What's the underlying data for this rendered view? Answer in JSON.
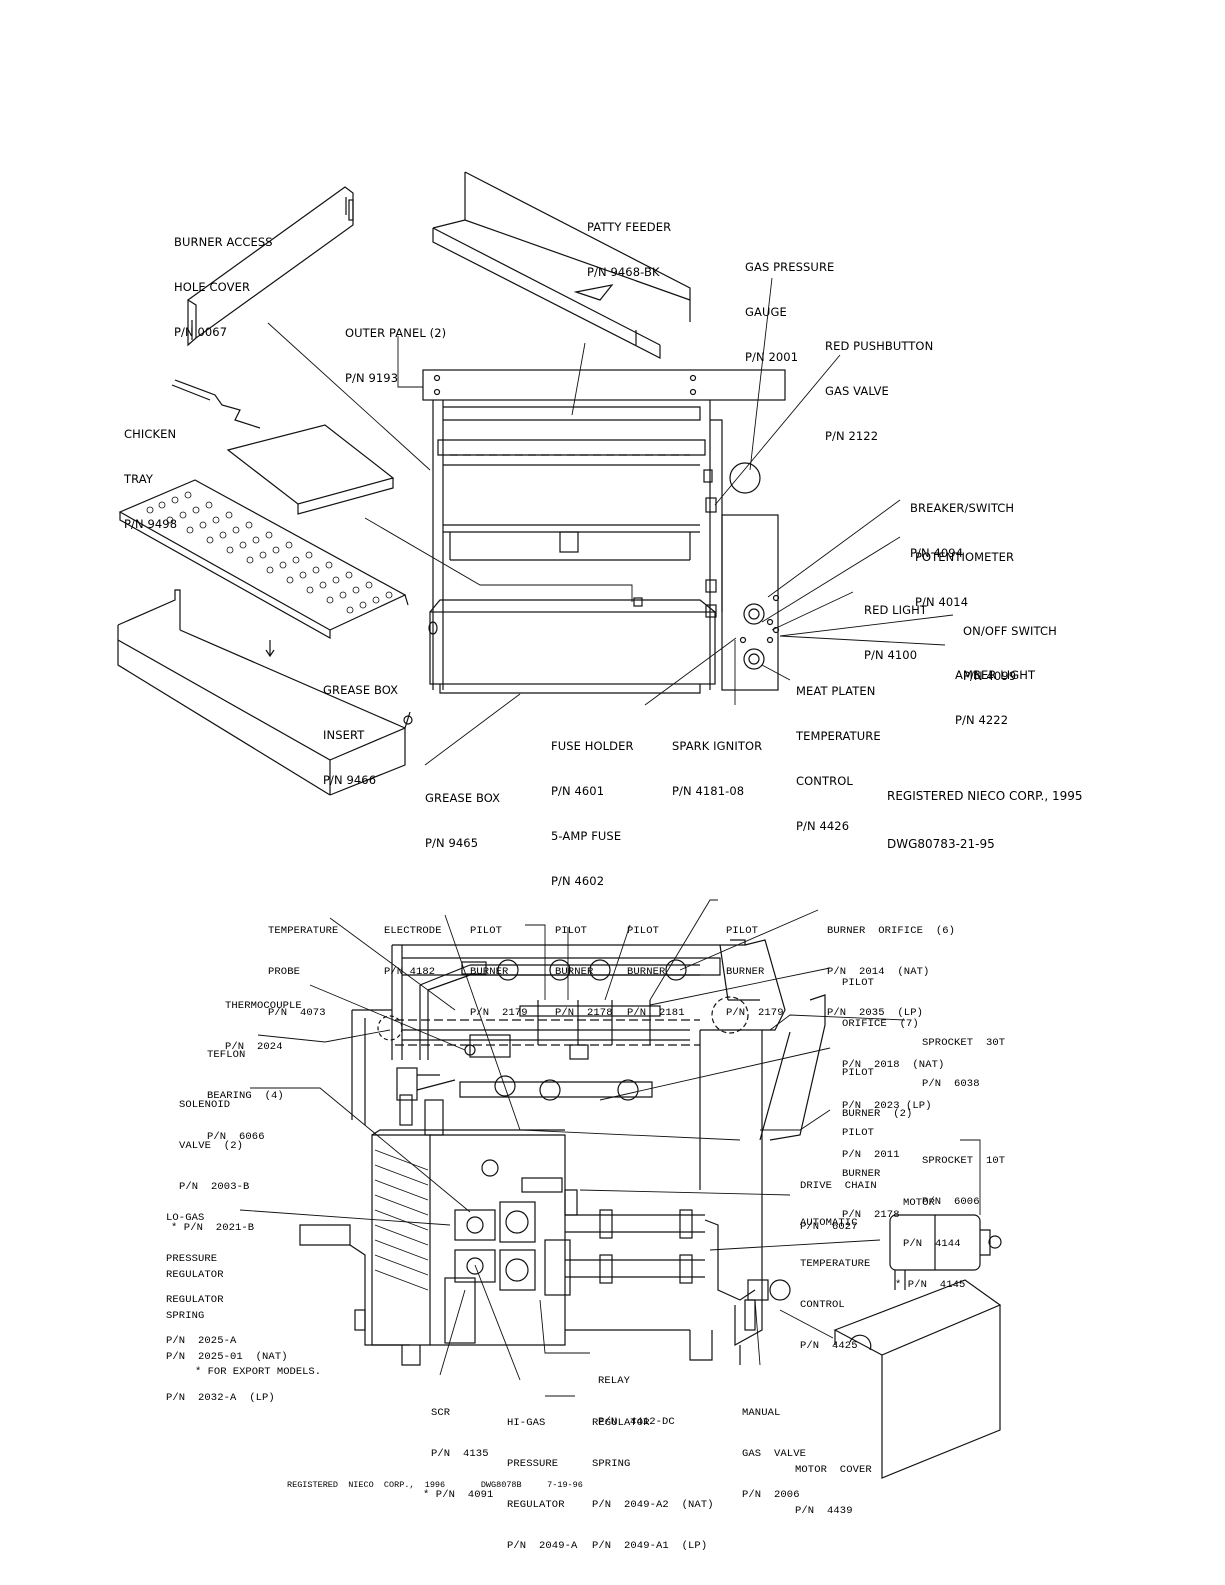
{
  "top_diagram": {
    "labels": {
      "burner_access": [
        "BURNER ACCESS",
        "HOLE COVER",
        "P/N 0067"
      ],
      "patty_feeder": [
        "PATTY FEEDER",
        "P/N 9468-BK"
      ],
      "gas_gauge": [
        "GAS PRESSURE",
        "GAUGE",
        "P/N 2001"
      ],
      "outer_panel": [
        "OUTER PANEL (2)",
        "P/N 9193"
      ],
      "red_pushbutton": [
        "RED PUSHBUTTON",
        "GAS VALVE",
        "P/N 2122"
      ],
      "chicken_tray": [
        "CHICKEN",
        "TRAY",
        "P/N 9498"
      ],
      "breaker": [
        "BREAKER/SWITCH",
        "P/N 4094"
      ],
      "potentiometer": [
        "POTENTIOMETER",
        "P/N 4014"
      ],
      "red_light": [
        "RED LIGHT",
        "P/N 4100"
      ],
      "onoff": [
        "ON/OFF SWITCH",
        "P/N 4099"
      ],
      "amber": [
        "AMBER LIGHT",
        "P/N 4222"
      ],
      "grease_insert": [
        "GREASE BOX",
        "INSERT",
        "P/N 9466"
      ],
      "meat_platen": [
        "MEAT PLATEN",
        "TEMPERATURE",
        "CONTROL",
        "P/N 4426"
      ],
      "fuse_holder": [
        "FUSE HOLDER",
        "P/N 4601",
        "5-AMP FUSE",
        "P/N 4602"
      ],
      "spark_ignitor": [
        "SPARK IGNITOR",
        "P/N 4181-08"
      ],
      "grease_box": [
        "GREASE BOX",
        "P/N 9465"
      ]
    },
    "registered": [
      "REGISTERED NIECO CORP., 1995",
      "DWG80783-21-95"
    ]
  },
  "bottom_diagram": {
    "labels": {
      "temp_probe": [
        "TEMPERATURE",
        "PROBE",
        "P/N  4073"
      ],
      "electrode": [
        "ELECTRODE",
        "P/N 4182"
      ],
      "pilot_2179a": [
        "PILOT",
        "BURNER",
        "P/N  2179"
      ],
      "pilot_2178a": [
        "PILOT",
        "BURNER",
        "P/N  2178"
      ],
      "pilot_2181": [
        "PILOT",
        "BURNER",
        "P/N  2181"
      ],
      "pilot_2179b": [
        "PILOT",
        "BURNER",
        "P/N  2179"
      ],
      "burner_orifice": [
        "BURNER  ORIFICE  (6)",
        "P/N  2014  (NAT)",
        "P/N  2035  (LP)"
      ],
      "pilot_orifice": [
        "PILOT",
        "ORIFICE  (7)",
        "P/N  2018  (NAT)",
        "P/N  2023 (LP)"
      ],
      "thermocouple": [
        "THERMOCOUPLE",
        "P/N  2024"
      ],
      "teflon": [
        "TEFLON",
        "BEARING  (4)",
        "P/N  6066"
      ],
      "sprocket30": [
        "SPROCKET  30T",
        "P/N  6038"
      ],
      "pilot_2011": [
        "PILOT",
        "BURNER  (2)",
        "P/N  2011"
      ],
      "solenoid": [
        "SOLENOID",
        "VALVE  (2)",
        "P/N  2003-B",
        "* P/N  2021-B"
      ],
      "pilot_2178b": [
        "PILOT",
        "BURNER",
        "P/N  2178"
      ],
      "sprocket10": [
        "SPROCKET  10T",
        "P/N  6006"
      ],
      "drive_chain": [
        "DRIVE  CHAIN",
        "P/N  6027"
      ],
      "motor": [
        "MOTOR",
        "P/N  4144",
        "* P/N  4145"
      ],
      "auto_temp": [
        "AUTOMATIC",
        "TEMPERATURE",
        "CONTROL",
        "P/N  4425"
      ],
      "lo_gas": [
        "LO-GAS",
        "PRESSURE",
        "REGULATOR",
        "P/N  2025-A"
      ],
      "reg_spring": [
        "REGULATOR",
        "SPRING",
        "P/N  2025-01  (NAT)",
        "P/N  2032-A  (LP)"
      ],
      "relay": [
        "RELAY",
        "P/N  4412-DC"
      ],
      "scr": [
        "SCR",
        "P/N  4135",
        "* P/N  4091"
      ],
      "hi_gas": [
        "HI-GAS",
        "PRESSURE",
        "REGULATOR",
        "P/N  2049-A"
      ],
      "hi_spring": [
        "REGULATOR",
        "SPRING",
        "P/N  2049-A2  (NAT)",
        "P/N  2049-A1  (LP)"
      ],
      "manual_valve": [
        "MANUAL",
        "GAS  VALVE",
        "P/N  2006"
      ],
      "motor_cover": [
        "MOTOR  COVER",
        "P/N  4439"
      ]
    },
    "footnote": "*  FOR  EXPORT  MODELS.",
    "registered": "REGISTERED  NIECO  CORP.,  1996       DWG8078B     7-19-96"
  }
}
